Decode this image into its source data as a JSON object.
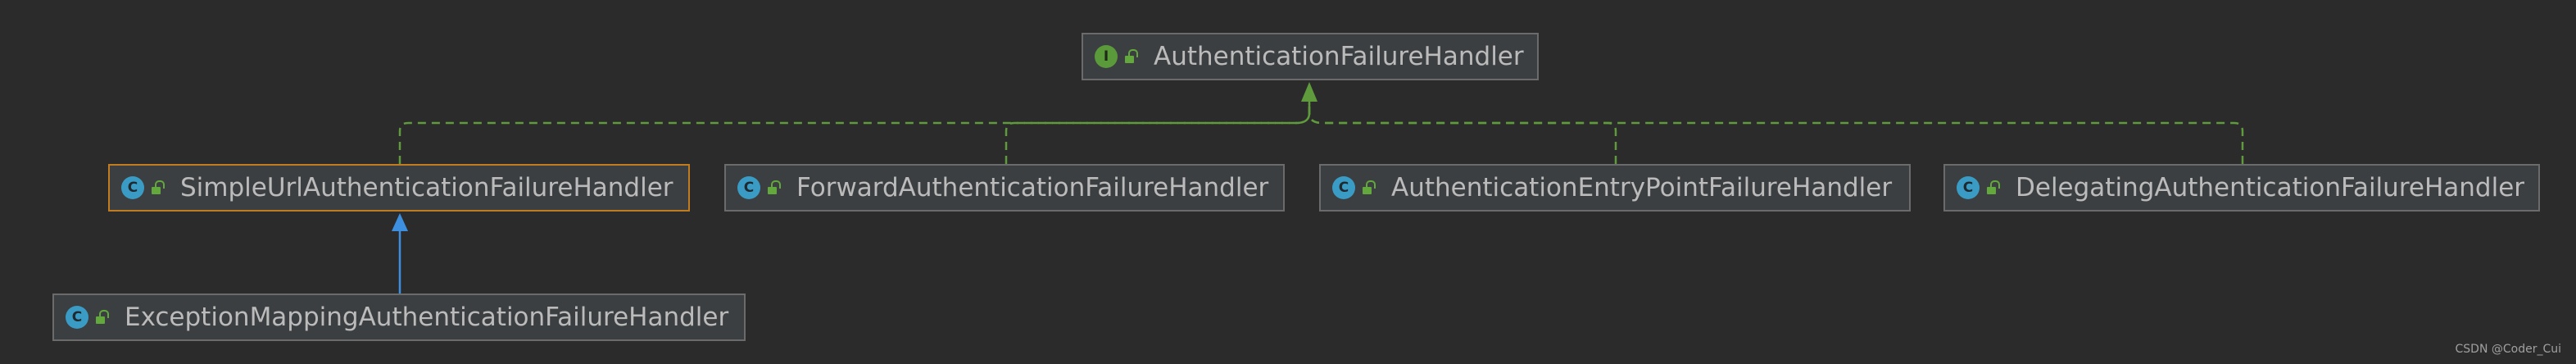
{
  "nodes": {
    "root": {
      "label": "AuthenticationFailureHandler",
      "kind": "interface"
    },
    "simple_url": {
      "label": "SimpleUrlAuthenticationFailureHandler",
      "kind": "class"
    },
    "forward": {
      "label": "ForwardAuthenticationFailureHandler",
      "kind": "class"
    },
    "entry_point": {
      "label": "AuthenticationEntryPointFailureHandler",
      "kind": "class"
    },
    "delegating": {
      "label": "DelegatingAuthenticationFailureHandler",
      "kind": "class"
    },
    "exception_mapping": {
      "label": "ExceptionMappingAuthenticationFailureHandler",
      "kind": "class"
    }
  },
  "edges": [
    {
      "from": "simple_url",
      "to": "root",
      "type": "implements"
    },
    {
      "from": "forward",
      "to": "root",
      "type": "implements"
    },
    {
      "from": "entry_point",
      "to": "root",
      "type": "implements"
    },
    {
      "from": "delegating",
      "to": "root",
      "type": "implements"
    },
    {
      "from": "exception_mapping",
      "to": "simple_url",
      "type": "extends"
    }
  ],
  "badges": {
    "class": "C",
    "interface": "I"
  },
  "colors": {
    "background": "#2b2b2b",
    "node_fill": "#3c3f41",
    "node_border": "#6b6b6b",
    "selected_border": "#c07c1e",
    "implements_edge": "#5f9a3c",
    "extends_edge": "#3d8fe0",
    "text": "#bbbbbb"
  },
  "watermark": "CSDN @Coder_Cui"
}
